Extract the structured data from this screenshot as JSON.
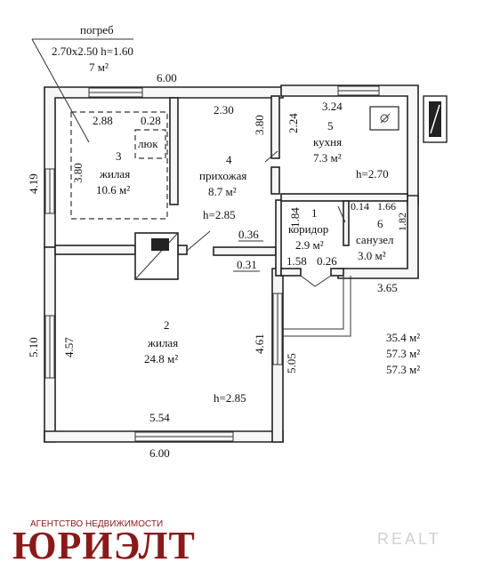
{
  "cellar": {
    "title": "погреб",
    "size": "2.70х2.50 h=1.60",
    "area": "7 м²"
  },
  "rooms": [
    {
      "id": "3",
      "name": "жилая",
      "area": "10.6 м²"
    },
    {
      "id": "4",
      "name": "прихожая",
      "area": "8.7 м²"
    },
    {
      "id": "5",
      "name": "кухня",
      "area": "7.3 м²",
      "height": "h=2.70"
    },
    {
      "id": "1",
      "name": "коридор",
      "area": "2.9 м²"
    },
    {
      "id": "6",
      "name": "санузел",
      "area": "3.0 м²"
    },
    {
      "id": "2",
      "name": "жилая",
      "area": "24.8 м²",
      "height": "h=2.85"
    }
  ],
  "hatch_label": "люк",
  "height_main": "h=2.85",
  "dims": {
    "top_total": "6.00",
    "bottom_total": "6.00",
    "r3_w": "2.88",
    "r3_step": "0.28",
    "r3_h": "3.80",
    "r4_w": "2.30",
    "r4_h": "3.80",
    "r5_w": "3.24",
    "r5_h": "2.24",
    "left_upper": "4.19",
    "left_lower": "5.10",
    "r2_h": "4.57",
    "r2_h_right": "4.61",
    "r2_w": "5.54",
    "right_lower": "5.05",
    "r1_w": "1.84",
    "r1_side": "0.14",
    "r6_w": "1.66",
    "r6_h": "1.82",
    "wall1": "0.36",
    "wall2": "0.31",
    "r1_bottom": "1.58",
    "r1_bottom_step": "0.26",
    "ext_w": "3.65"
  },
  "totals": [
    "35.4 м²",
    "57.3 м²",
    "57.3 м²"
  ],
  "brand": {
    "agency": "АГЕНТСТВО НЕДВИЖИМОСТИ",
    "name": "ЮРИЭЛТ",
    "watermark": "REALT"
  }
}
